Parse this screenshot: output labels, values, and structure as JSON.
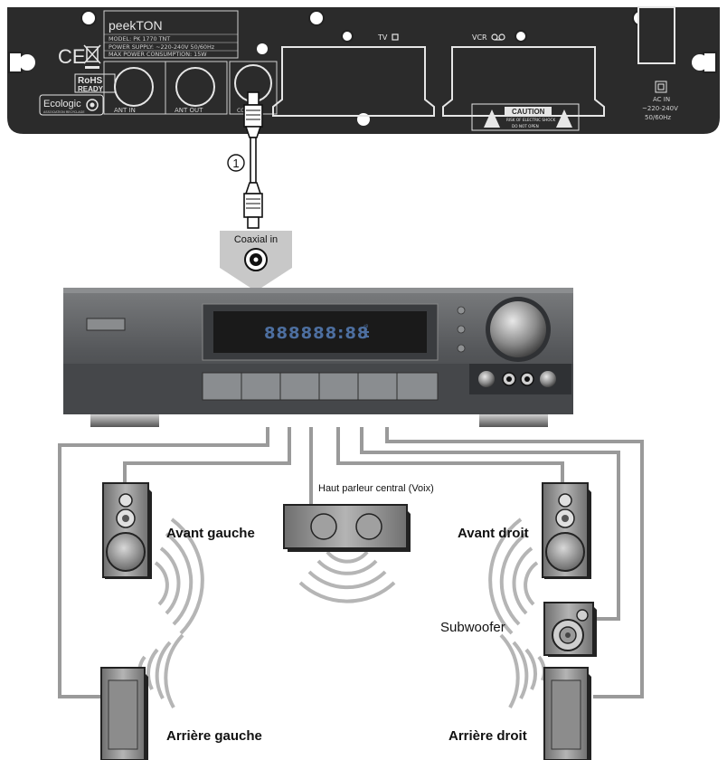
{
  "decoder": {
    "brand": "peekTON",
    "model": "MODEL: PK 1770 TNT",
    "power_supply": "POWER SUPPLY: ~220-240V 50/60Hz",
    "max_power": "MAX POWER CONSUMPTION: 15W",
    "ce_mark": "CE",
    "rohs_line1": "RoHS",
    "rohs_line2": "READY",
    "ecologic": "Ecologic",
    "ecologic_sub": "ASSOCIATION RECYCLAGE",
    "ant_in": "ANT IN",
    "ant_out": "ANT OUT",
    "coaxial": "COAXIAL",
    "tv": "TV",
    "vcr": "VCR",
    "caution_title": "CAUTION",
    "caution_line1": "RISK OF ELECTRIC SHOCK",
    "caution_line2": "DO NOT OPEN",
    "ac_in": "AC IN",
    "ac_voltage": "~220-240V",
    "ac_freq": "50/60Hz"
  },
  "cable_number": "1",
  "receiver": {
    "coaxial_in": "Coaxial in",
    "display_text": "888888:88"
  },
  "speakers": {
    "center": "Haut parleur central (Voix)",
    "front_left": "Avant gauche",
    "front_right": "Avant droit",
    "subwoofer": "Subwoofer",
    "rear_left": "Arrière gauche",
    "rear_right": "Arrière droit"
  },
  "colors": {
    "panel_dark": "#2b2b2b",
    "wire_gray": "#9a9a9a",
    "receiver_body": "#5c5e60",
    "speaker_gray": "#8c8c8c",
    "display_blue": "#4d6fa0"
  }
}
